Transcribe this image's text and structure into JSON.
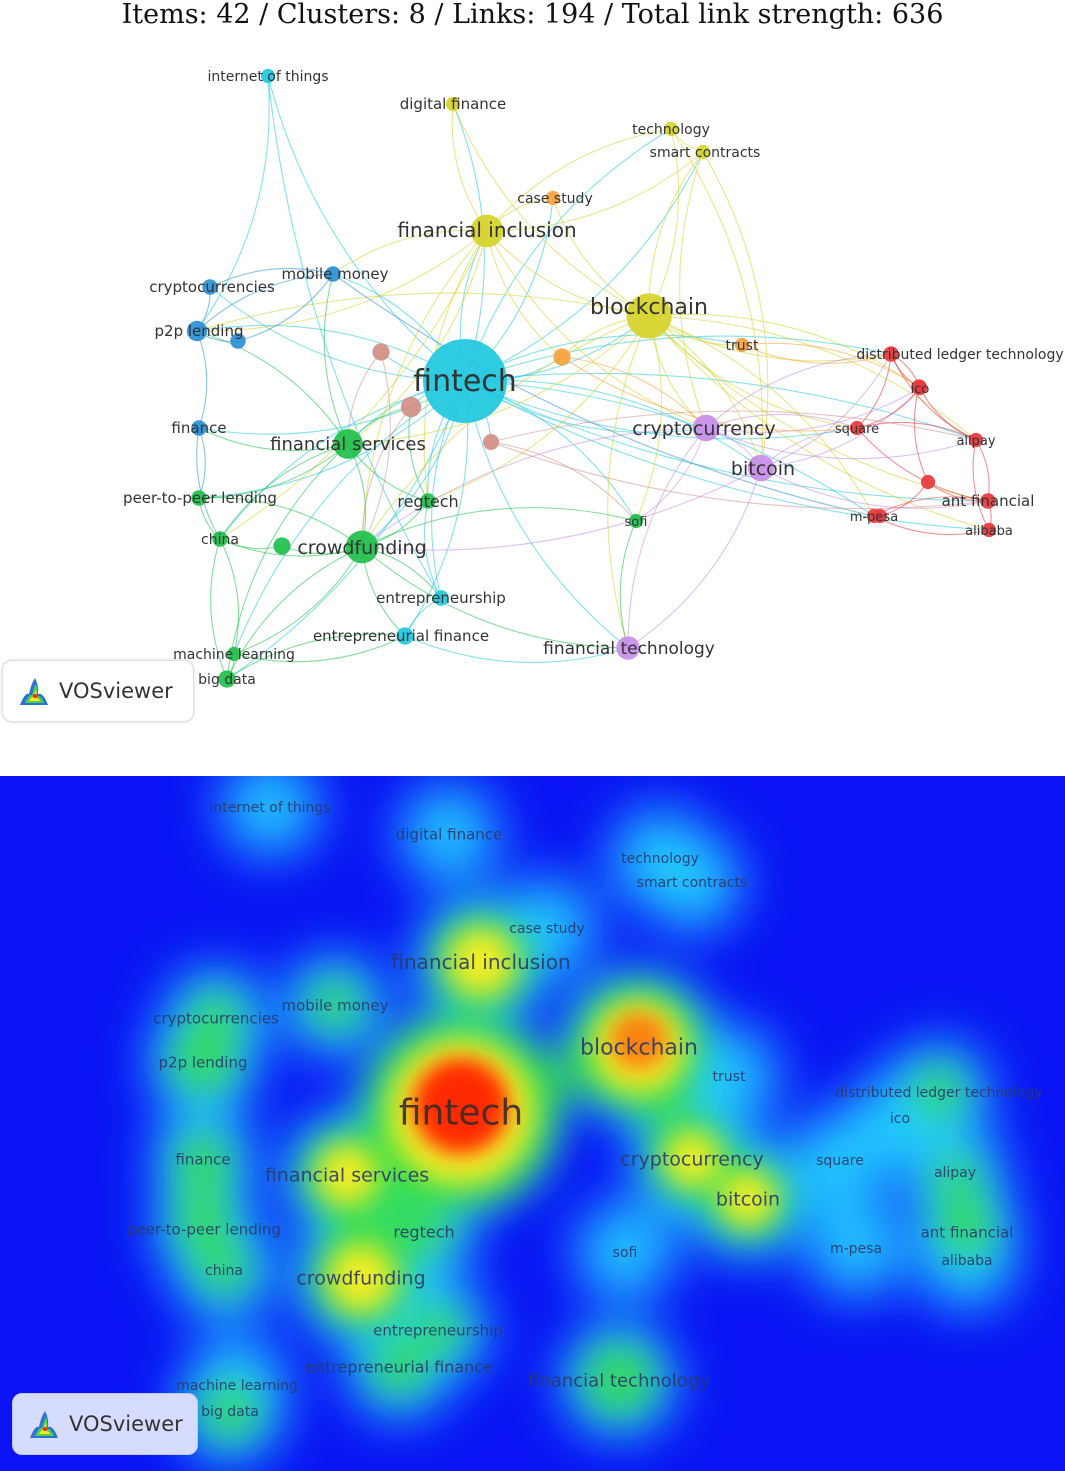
{
  "caption": "Items: 42 / Clusters: 8 / Links: 194 / Total link strength: 636",
  "brand": {
    "label": "VOSviewer"
  },
  "cluster_colors": {
    "cyan": "#20c8e0",
    "yellow": "#d6d22a",
    "blue": "#2a8fd6",
    "green": "#1fbf4a",
    "purple": "#c58ee8",
    "red": "#e8383c",
    "orange": "#f7a23c",
    "brown": "#d08f86"
  },
  "density_colors": {
    "background": "#0a14f4",
    "low": "#22d0ff",
    "mid": "#39e03a",
    "high": "#ffee22",
    "peak": "#ff2a00"
  },
  "nodes": [
    {
      "id": "fintech",
      "label": "fintech",
      "c": "cyan",
      "w": 10
    },
    {
      "id": "blockchain",
      "label": "blockchain",
      "c": "yellow",
      "w": 6
    },
    {
      "id": "financial_inclusion",
      "label": "financial inclusion",
      "c": "yellow",
      "w": 4
    },
    {
      "id": "digital_finance",
      "label": "digital finance",
      "c": "yellow",
      "w": 1
    },
    {
      "id": "technology",
      "label": "technology",
      "c": "yellow",
      "w": 1
    },
    {
      "id": "smart_contracts",
      "label": "smart contracts",
      "c": "yellow",
      "w": 1
    },
    {
      "id": "trust",
      "label": "trust",
      "c": "orange",
      "w": 1
    },
    {
      "id": "case_study",
      "label": "case study",
      "c": "orange",
      "w": 1
    },
    {
      "id": "internet_of_things",
      "label": "internet of things",
      "c": "cyan",
      "w": 1
    },
    {
      "id": "mobile_money",
      "label": "mobile money",
      "c": "blue",
      "w": 1.2
    },
    {
      "id": "cryptocurrencies",
      "label": "cryptocurrencies",
      "c": "blue",
      "w": 1.2
    },
    {
      "id": "p2p_lending",
      "label": "p2p lending",
      "c": "blue",
      "w": 2
    },
    {
      "id": "finance",
      "label": "finance",
      "c": "blue",
      "w": 1.2
    },
    {
      "id": "financial_services",
      "label": "financial services",
      "c": "green",
      "w": 3.5
    },
    {
      "id": "peer_to_peer_lending",
      "label": "peer-to-peer lending",
      "c": "green",
      "w": 1.2
    },
    {
      "id": "china",
      "label": "china",
      "c": "green",
      "w": 1.2
    },
    {
      "id": "crowdfunding",
      "label": "crowdfunding",
      "c": "green",
      "w": 4
    },
    {
      "id": "regtech",
      "label": "regtech",
      "c": "green",
      "w": 1.2
    },
    {
      "id": "sofi",
      "label": "sofi",
      "c": "green",
      "w": 1
    },
    {
      "id": "entrepreneurship",
      "label": "entrepreneurship",
      "c": "cyan",
      "w": 1.2
    },
    {
      "id": "entrepreneurial_finance",
      "label": "entrepreneurial finance",
      "c": "cyan",
      "w": 1.5
    },
    {
      "id": "machine_learning",
      "label": "machine learning",
      "c": "green",
      "w": 1
    },
    {
      "id": "big_data",
      "label": "big data",
      "c": "green",
      "w": 1.5
    },
    {
      "id": "cryptocurrency",
      "label": "cryptocurrency",
      "c": "purple",
      "w": 3
    },
    {
      "id": "bitcoin",
      "label": "bitcoin",
      "c": "purple",
      "w": 3
    },
    {
      "id": "financial_technology",
      "label": "financial technology",
      "c": "purple",
      "w": 2.5
    },
    {
      "id": "distributed_ledger_technology",
      "label": "distributed ledger technology",
      "c": "red",
      "w": 1.2
    },
    {
      "id": "ico",
      "label": "ico",
      "c": "red",
      "w": 1
    },
    {
      "id": "square",
      "label": "square",
      "c": "red",
      "w": 1
    },
    {
      "id": "alipay",
      "label": "alipay",
      "c": "red",
      "w": 1
    },
    {
      "id": "ant_financial",
      "label": "ant financial",
      "c": "red",
      "w": 1.2
    },
    {
      "id": "m_pesa",
      "label": "m-pesa",
      "c": "red",
      "w": 1
    },
    {
      "id": "alibaba",
      "label": "alibaba",
      "c": "red",
      "w": 1
    },
    {
      "id": "u1",
      "label": "",
      "c": "brown",
      "w": 1.5
    },
    {
      "id": "u2",
      "label": "",
      "c": "brown",
      "w": 2
    },
    {
      "id": "u3",
      "label": "",
      "c": "brown",
      "w": 1.3
    },
    {
      "id": "u4",
      "label": "",
      "c": "orange",
      "w": 1.5
    },
    {
      "id": "u5",
      "label": "",
      "c": "blue",
      "w": 1.2
    },
    {
      "id": "u6",
      "label": "",
      "c": "green",
      "w": 1.5
    },
    {
      "id": "u7",
      "label": "",
      "c": "red",
      "w": 1.2
    },
    {
      "id": "u8",
      "label": "",
      "c": "red",
      "w": 1
    },
    {
      "id": "u9",
      "label": "",
      "c": "red",
      "w": 1
    }
  ],
  "links": [
    [
      "fintech",
      "blockchain"
    ],
    [
      "fintech",
      "financial_inclusion"
    ],
    [
      "fintech",
      "digital_finance"
    ],
    [
      "fintech",
      "technology"
    ],
    [
      "fintech",
      "smart_contracts"
    ],
    [
      "fintech",
      "trust"
    ],
    [
      "fintech",
      "case_study"
    ],
    [
      "fintech",
      "internet_of_things"
    ],
    [
      "fintech",
      "mobile_money"
    ],
    [
      "fintech",
      "cryptocurrencies"
    ],
    [
      "fintech",
      "p2p_lending"
    ],
    [
      "fintech",
      "finance"
    ],
    [
      "fintech",
      "financial_services"
    ],
    [
      "fintech",
      "peer_to_peer_lending"
    ],
    [
      "fintech",
      "china"
    ],
    [
      "fintech",
      "crowdfunding"
    ],
    [
      "fintech",
      "regtech"
    ],
    [
      "fintech",
      "sofi"
    ],
    [
      "fintech",
      "entrepreneurship"
    ],
    [
      "fintech",
      "entrepreneurial_finance"
    ],
    [
      "fintech",
      "machine_learning"
    ],
    [
      "fintech",
      "big_data"
    ],
    [
      "fintech",
      "cryptocurrency"
    ],
    [
      "fintech",
      "bitcoin"
    ],
    [
      "fintech",
      "financial_technology"
    ],
    [
      "fintech",
      "distributed_ledger_technology"
    ],
    [
      "fintech",
      "square"
    ],
    [
      "fintech",
      "alipay"
    ],
    [
      "fintech",
      "ant_financial"
    ],
    [
      "fintech",
      "m_pesa"
    ],
    [
      "fintech",
      "alibaba"
    ],
    [
      "fintech",
      "u1"
    ],
    [
      "fintech",
      "u2"
    ],
    [
      "fintech",
      "u3"
    ],
    [
      "fintech",
      "u4"
    ],
    [
      "blockchain",
      "financial_inclusion"
    ],
    [
      "blockchain",
      "technology"
    ],
    [
      "blockchain",
      "smart_contracts"
    ],
    [
      "blockchain",
      "trust"
    ],
    [
      "blockchain",
      "case_study"
    ],
    [
      "blockchain",
      "cryptocurrency"
    ],
    [
      "blockchain",
      "bitcoin"
    ],
    [
      "blockchain",
      "distributed_ledger_technology"
    ],
    [
      "blockchain",
      "ico"
    ],
    [
      "blockchain",
      "square"
    ],
    [
      "blockchain",
      "alipay"
    ],
    [
      "blockchain",
      "ant_financial"
    ],
    [
      "blockchain",
      "financial_services"
    ],
    [
      "blockchain",
      "crowdfunding"
    ],
    [
      "blockchain",
      "regtech"
    ],
    [
      "blockchain",
      "financial_technology"
    ],
    [
      "blockchain",
      "sofi"
    ],
    [
      "blockchain",
      "u4"
    ],
    [
      "blockchain",
      "digital_finance"
    ],
    [
      "blockchain",
      "p2p_lending"
    ],
    [
      "blockchain",
      "m_pesa"
    ],
    [
      "blockchain",
      "alibaba"
    ],
    [
      "financial_inclusion",
      "digital_finance"
    ],
    [
      "financial_inclusion",
      "mobile_money"
    ],
    [
      "financial_inclusion",
      "financial_services"
    ],
    [
      "financial_inclusion",
      "crowdfunding"
    ],
    [
      "financial_inclusion",
      "technology"
    ],
    [
      "financial_inclusion",
      "smart_contracts"
    ],
    [
      "financial_inclusion",
      "case_study"
    ],
    [
      "financial_inclusion",
      "cryptocurrency"
    ],
    [
      "financial_inclusion",
      "p2p_lending"
    ],
    [
      "financial_inclusion",
      "regtech"
    ],
    [
      "financial_inclusion",
      "china"
    ],
    [
      "financial_inclusion",
      "u4"
    ],
    [
      "cryptocurrency",
      "bitcoin"
    ],
    [
      "cryptocurrency",
      "financial_technology"
    ],
    [
      "cryptocurrency",
      "square"
    ],
    [
      "cryptocurrency",
      "alipay"
    ],
    [
      "cryptocurrency",
      "distributed_ledger_technology"
    ],
    [
      "cryptocurrency",
      "ico"
    ],
    [
      "cryptocurrency",
      "sofi"
    ],
    [
      "cryptocurrency",
      "crowdfunding"
    ],
    [
      "bitcoin",
      "financial_technology"
    ],
    [
      "bitcoin",
      "ico"
    ],
    [
      "bitcoin",
      "square"
    ],
    [
      "bitcoin",
      "ant_financial"
    ],
    [
      "bitcoin",
      "crowdfunding"
    ],
    [
      "bitcoin",
      "distributed_ledger_technology"
    ],
    [
      "financial_services",
      "crowdfunding"
    ],
    [
      "financial_services",
      "regtech"
    ],
    [
      "financial_services",
      "peer_to_peer_lending"
    ],
    [
      "financial_services",
      "china"
    ],
    [
      "financial_services",
      "finance"
    ],
    [
      "financial_services",
      "p2p_lending"
    ],
    [
      "financial_services",
      "mobile_money"
    ],
    [
      "financial_services",
      "big_data"
    ],
    [
      "financial_services",
      "u2"
    ],
    [
      "crowdfunding",
      "regtech"
    ],
    [
      "crowdfunding",
      "china"
    ],
    [
      "crowdfunding",
      "peer_to_peer_lending"
    ],
    [
      "crowdfunding",
      "entrepreneurship"
    ],
    [
      "crowdfunding",
      "entrepreneurial_finance"
    ],
    [
      "crowdfunding",
      "machine_learning"
    ],
    [
      "crowdfunding",
      "big_data"
    ],
    [
      "crowdfunding",
      "u6"
    ],
    [
      "crowdfunding",
      "financial_technology"
    ],
    [
      "crowdfunding",
      "sofi"
    ],
    [
      "p2p_lending",
      "cryptocurrencies"
    ],
    [
      "p2p_lending",
      "mobile_money"
    ],
    [
      "p2p_lending",
      "u5"
    ],
    [
      "p2p_lending",
      "finance"
    ],
    [
      "mobile_money",
      "cryptocurrencies"
    ],
    [
      "mobile_money",
      "u5"
    ],
    [
      "mobile_money",
      "m_pesa"
    ],
    [
      "finance",
      "peer_to_peer_lending"
    ],
    [
      "finance",
      "china"
    ],
    [
      "china",
      "peer_to_peer_lending"
    ],
    [
      "china",
      "big_data"
    ],
    [
      "china",
      "machine_learning"
    ],
    [
      "china",
      "u6"
    ],
    [
      "machine_learning",
      "big_data"
    ],
    [
      "machine_learning",
      "entrepreneurial_finance"
    ],
    [
      "big_data",
      "entrepreneurial_finance"
    ],
    [
      "entrepreneurship",
      "entrepreneurial_finance"
    ],
    [
      "entrepreneurship",
      "regtech"
    ],
    [
      "entrepreneurial_finance",
      "financial_technology"
    ],
    [
      "distributed_ledger_technology",
      "ico"
    ],
    [
      "distributed_ledger_technology",
      "alipay"
    ],
    [
      "distributed_ledger_technology",
      "square"
    ],
    [
      "distributed_ledger_technology",
      "u7"
    ],
    [
      "ico",
      "square"
    ],
    [
      "ico",
      "alipay"
    ],
    [
      "square",
      "alipay"
    ],
    [
      "square",
      "ant_financial"
    ],
    [
      "alipay",
      "ant_financial"
    ],
    [
      "alipay",
      "alibaba"
    ],
    [
      "ant_financial",
      "alibaba"
    ],
    [
      "ant_financial",
      "m_pesa"
    ],
    [
      "ant_financial",
      "u8"
    ],
    [
      "m_pesa",
      "alibaba"
    ],
    [
      "m_pesa",
      "u9"
    ],
    [
      "u7",
      "u8"
    ],
    [
      "u8",
      "u9"
    ],
    [
      "trust",
      "distributed_ledger_technology"
    ],
    [
      "trust",
      "ico"
    ],
    [
      "technology",
      "smart_contracts"
    ],
    [
      "technology",
      "bitcoin"
    ],
    [
      "smart_contracts",
      "cryptocurrency"
    ],
    [
      "smart_contracts",
      "bitcoin"
    ],
    [
      "internet_of_things",
      "entrepreneurship"
    ],
    [
      "internet_of_things",
      "p2p_lending"
    ],
    [
      "u1",
      "financial_services"
    ],
    [
      "u1",
      "crowdfunding"
    ],
    [
      "u2",
      "crowdfunding"
    ],
    [
      "u3",
      "alipay"
    ],
    [
      "u3",
      "ant_financial"
    ],
    [
      "u3",
      "sofi"
    ],
    [
      "u4",
      "square"
    ],
    [
      "u4",
      "cryptocurrency"
    ],
    [
      "sofi",
      "financial_technology"
    ],
    [
      "regtech",
      "u2"
    ]
  ]
}
